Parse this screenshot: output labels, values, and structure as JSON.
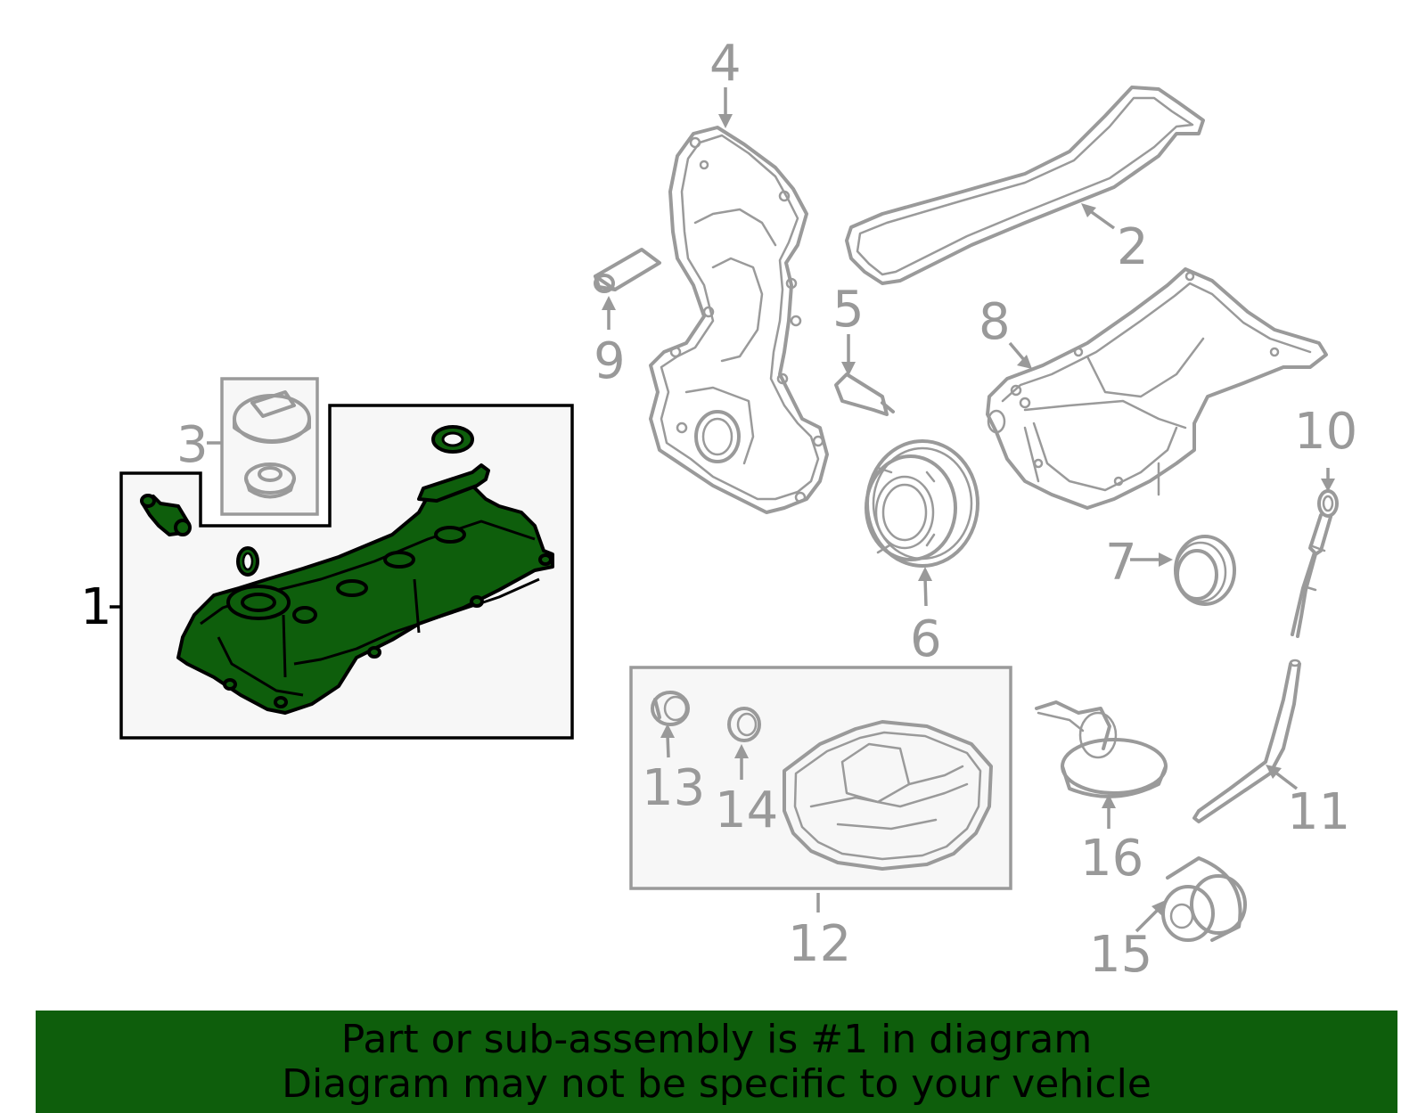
{
  "callouts": [
    {
      "id": "1",
      "label": "1",
      "active": true
    },
    {
      "id": "2",
      "label": "2",
      "active": false
    },
    {
      "id": "3",
      "label": "3",
      "active": false
    },
    {
      "id": "4",
      "label": "4",
      "active": false
    },
    {
      "id": "5",
      "label": "5",
      "active": false
    },
    {
      "id": "6",
      "label": "6",
      "active": false
    },
    {
      "id": "7",
      "label": "7",
      "active": false
    },
    {
      "id": "8",
      "label": "8",
      "active": false
    },
    {
      "id": "9",
      "label": "9",
      "active": false
    },
    {
      "id": "10",
      "label": "10",
      "active": false
    },
    {
      "id": "11",
      "label": "11",
      "active": false
    },
    {
      "id": "12",
      "label": "12",
      "active": false
    },
    {
      "id": "13",
      "label": "13",
      "active": false
    },
    {
      "id": "14",
      "label": "14",
      "active": false
    },
    {
      "id": "15",
      "label": "15",
      "active": false
    },
    {
      "id": "16",
      "label": "16",
      "active": false
    }
  ],
  "colors": {
    "highlight": "#0e5e0c",
    "part_outline": "#9a9a9a",
    "group_box_fill": "#f7f7f7"
  },
  "banner": {
    "line1": "Part or sub-assembly is #1 in diagram",
    "line2": "Diagram may not be specific to your vehicle"
  }
}
